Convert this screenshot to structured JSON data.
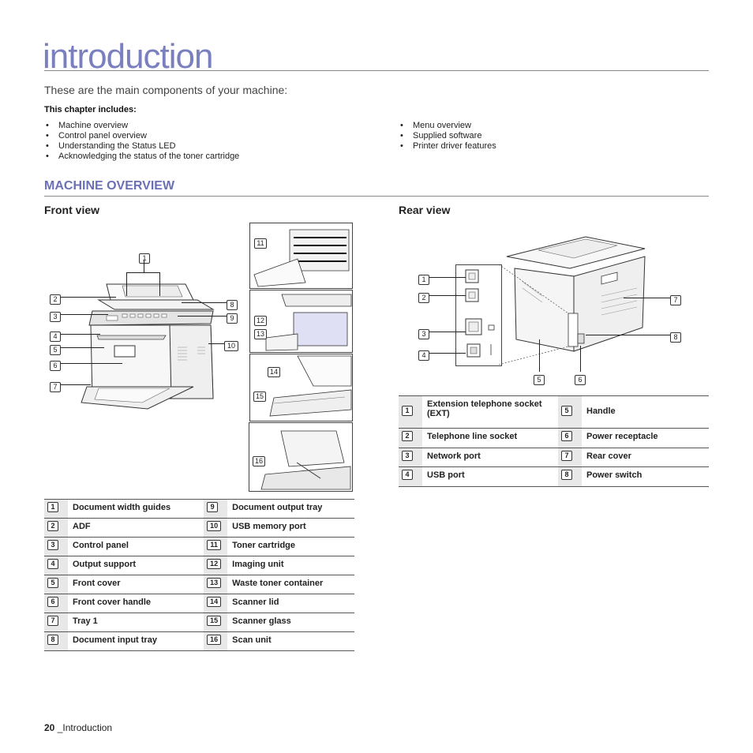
{
  "page": {
    "title": "introduction",
    "subtitle": "These are the main components of your machine:",
    "chapter_label": "This chapter includes:",
    "chapter_items_left": [
      "Machine overview",
      "Control panel overview",
      "Understanding the Status LED",
      "Acknowledging the status of the toner cartridge"
    ],
    "chapter_items_right": [
      "Menu overview",
      "Supplied software",
      "Printer driver features"
    ],
    "section_title": "MACHINE OVERVIEW",
    "front_view_title": "Front view",
    "rear_view_title": "Rear view"
  },
  "front_parts": [
    {
      "num": "1",
      "label": "Document width guides"
    },
    {
      "num": "2",
      "label": "ADF"
    },
    {
      "num": "3",
      "label": "Control panel"
    },
    {
      "num": "4",
      "label": "Output support"
    },
    {
      "num": "5",
      "label": "Front cover"
    },
    {
      "num": "6",
      "label": "Front cover handle"
    },
    {
      "num": "7",
      "label": "Tray 1"
    },
    {
      "num": "8",
      "label": "Document input tray"
    },
    {
      "num": "9",
      "label": "Document output tray"
    },
    {
      "num": "10",
      "label": "USB memory port"
    },
    {
      "num": "11",
      "label": "Toner cartridge"
    },
    {
      "num": "12",
      "label": "Imaging unit"
    },
    {
      "num": "13",
      "label": "Waste toner container"
    },
    {
      "num": "14",
      "label": "Scanner lid"
    },
    {
      "num": "15",
      "label": "Scanner glass"
    },
    {
      "num": "16",
      "label": "Scan unit"
    }
  ],
  "rear_parts": [
    {
      "num": "1",
      "label": "Extension telephone socket (EXT)"
    },
    {
      "num": "2",
      "label": "Telephone line socket"
    },
    {
      "num": "3",
      "label": "Network port"
    },
    {
      "num": "4",
      "label": "USB port"
    },
    {
      "num": "5",
      "label": "Handle"
    },
    {
      "num": "6",
      "label": "Power receptacle"
    },
    {
      "num": "7",
      "label": "Rear cover"
    },
    {
      "num": "8",
      "label": "Power switch"
    }
  ],
  "footer": {
    "page_number": "20",
    "section": "_Introduction"
  },
  "colors": {
    "title": "#7a7fbf",
    "section": "#6b70b5",
    "num_cell_bg": "#e8e8e8"
  }
}
